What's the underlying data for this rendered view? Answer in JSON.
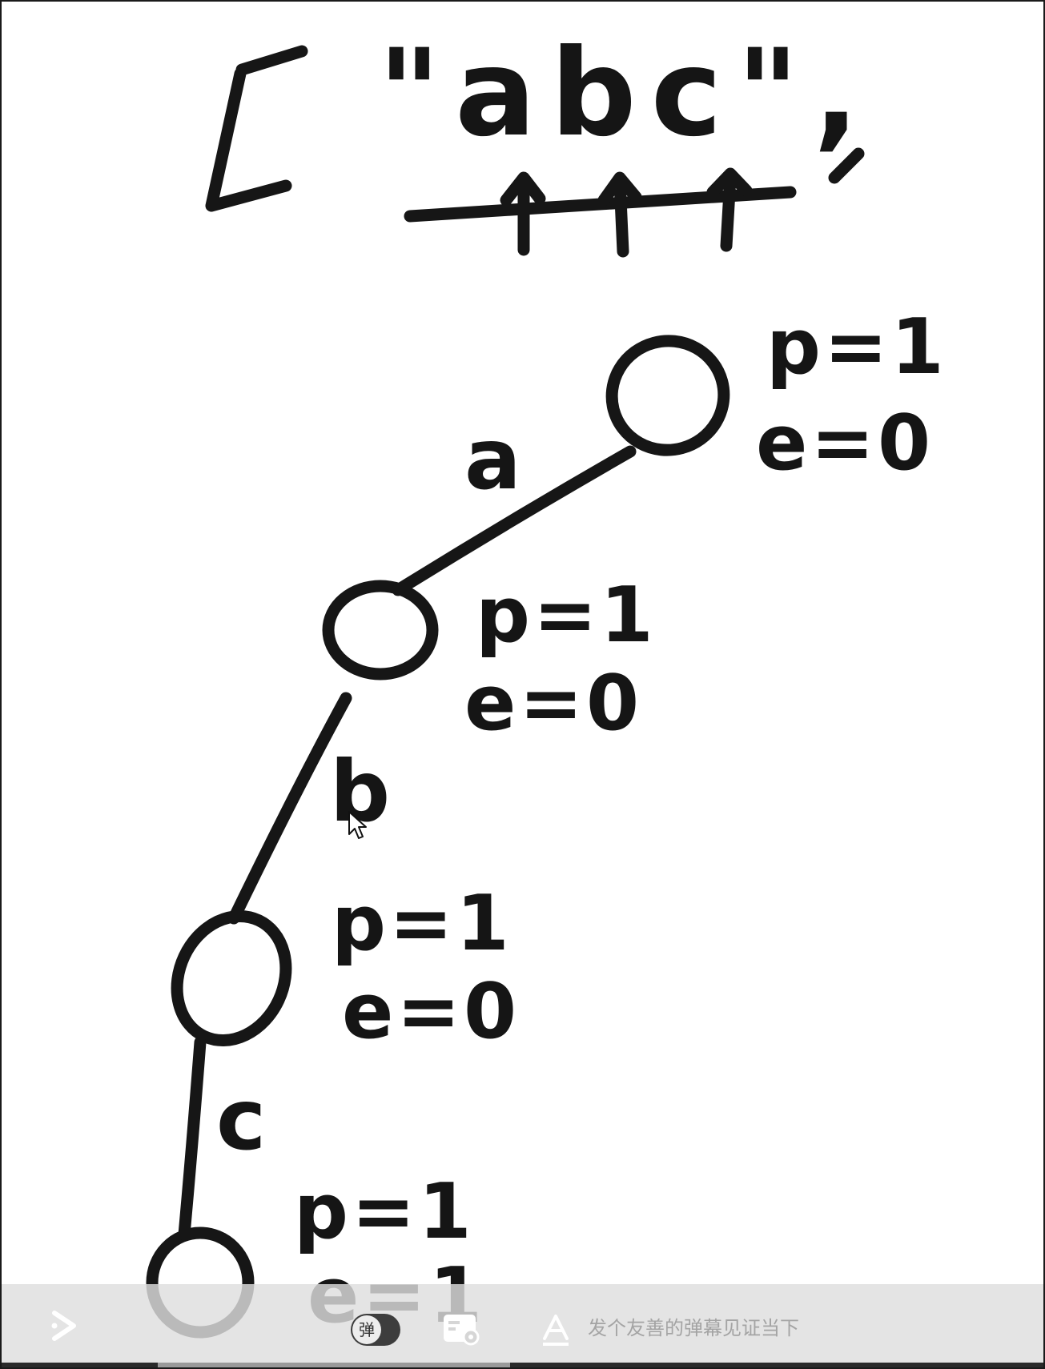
{
  "whiteboard": {
    "title_open_bracket": "[",
    "title_string": "\"abc\",",
    "edge_labels": [
      "a",
      "b",
      "c"
    ],
    "nodes": [
      {
        "p_label": "p=1",
        "e_label": "e=0"
      },
      {
        "p_label": "p=1",
        "e_label": "e=0"
      },
      {
        "p_label": "p=1",
        "e_label": "e=0"
      },
      {
        "p_label": "p=1",
        "e_label": "e=1"
      }
    ]
  },
  "player_bar": {
    "play_icon": "play-arrow-icon",
    "danmaku_toggle_label": "弹",
    "settings_icon": "danmaku-settings-icon",
    "text_icon": "text-style-icon",
    "input_placeholder": "发个友善的弹幕见证当下",
    "progress": 0.49
  }
}
